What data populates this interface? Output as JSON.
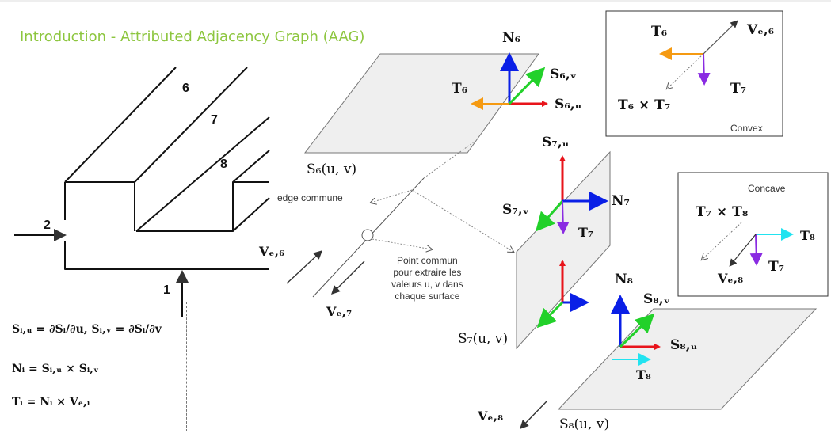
{
  "title": "Introduction - Attributed Adjacency Graph (AAG)",
  "part_labels": {
    "face6": "6",
    "face7": "7",
    "face8": "8",
    "arrow2": "2",
    "arrow1": "1"
  },
  "formulas": {
    "line1": "Sᵢ,ᵤ = ∂Sᵢ/∂u,   Sᵢ,ᵥ = ∂Sᵢ/∂v",
    "line2": "Nᵢ = Sᵢ,ᵤ × Sᵢ,ᵥ",
    "line3": "Tᵢ = Nᵢ × Vₑ,ᵢ"
  },
  "surfaces": {
    "s6_label": "S₆(u, v)",
    "s7_label": "S₇(u, v)",
    "s8_label": "S₈(u, v)"
  },
  "vectors": {
    "n6": "N₆",
    "s6u": "S₆,ᵤ",
    "s6v": "S₆,ᵥ",
    "t6": "T₆",
    "s7u": "S₇,ᵤ",
    "s7v": "S₇,ᵥ",
    "n7": "N₇",
    "t7": "T₇",
    "n8": "N₈",
    "s8v": "S₈,ᵥ",
    "s8u": "S₈,ᵤ",
    "t8": "T₈",
    "ve6": "Vₑ,₆",
    "ve7": "Vₑ,₇",
    "ve8": "Vₑ,₈"
  },
  "annotations": {
    "edge_commune": "edge commune",
    "point_commun": [
      "Point commun",
      "pour extraire les",
      "valeurs u, v dans",
      "chaque surface"
    ]
  },
  "convex_box": {
    "caption": "Convex",
    "t6": "T₆",
    "ve6": "Vₑ,₆",
    "t7": "T₇",
    "cross": "T₆ × T₇"
  },
  "concave_box": {
    "caption": "Concave",
    "cross": "T₇ × T₈",
    "t8": "T₈",
    "t7": "T₇",
    "ve8": "Vₑ,₈"
  },
  "colors": {
    "title": "#8dc63f",
    "red": "#e8141b",
    "green": "#22d12a",
    "blue": "#0a1fe6",
    "orange": "#f59a12",
    "purple": "#8a2be2",
    "cyan": "#22e3f0",
    "plane": "#efefef"
  }
}
